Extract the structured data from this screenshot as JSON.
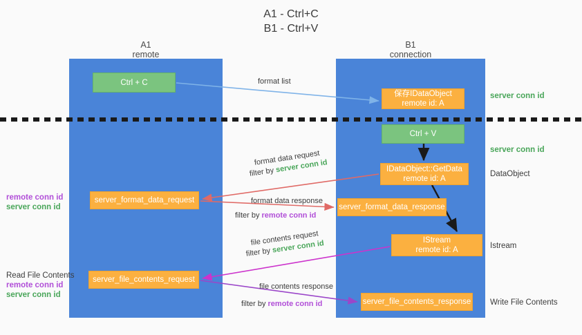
{
  "title": {
    "line1": "A1 - Ctrl+C",
    "line2": "B1 - Ctrl+V"
  },
  "columns": [
    {
      "name": "A1",
      "sub": "remote"
    },
    {
      "name": "B1",
      "sub": "connection"
    }
  ],
  "nodes": {
    "ctrl_c": {
      "label": "Ctrl + C",
      "color": "#7bc47f"
    },
    "save_idataobject": {
      "line1": "保存IDataObject",
      "line2": "remote id: A",
      "color": "#fbb040"
    },
    "ctrl_v": {
      "label": "Ctrl + V",
      "color": "#7bc47f"
    },
    "idataobject_getdata": {
      "line1": "IDataObject::GetData",
      "line2": "remote id: A",
      "color": "#fbb040"
    },
    "istream": {
      "line1": "IStream",
      "line2": "remote id: A",
      "color": "#fbb040"
    },
    "server_format_data_request": {
      "label": "server_format_data_request",
      "color": "#fbb040"
    },
    "server_format_data_response": {
      "label": "server_format_data_response",
      "color": "#fbb040"
    },
    "server_file_contents_request": {
      "label": "server_file_contents_request",
      "color": "#fbb040"
    },
    "server_file_contents_response": {
      "label": "server_file_contents_response",
      "color": "#fbb040"
    }
  },
  "right_annotations": {
    "server_conn_id_top": "server conn id",
    "server_conn_id_mid": "server conn id",
    "dataobject": "DataObject",
    "istream": "Istream",
    "write_file_contents": "Write File Contents"
  },
  "left_annotations": {
    "top": {
      "remote": "remote conn id",
      "server": "server conn id"
    },
    "bottom": {
      "heading": "Read File Contents",
      "remote": "remote conn id",
      "server": "server conn id"
    }
  },
  "edge_labels": {
    "format_list": "format list",
    "format_data_request": "format data request",
    "format_data_request_filter_prefix": "filter by ",
    "format_data_request_filter_key": "server conn id",
    "format_data_response": "format data response",
    "format_data_response_filter_prefix": "filter by ",
    "format_data_response_filter_key": "remote conn id",
    "file_contents_request": "file contents request",
    "file_contents_request_filter_prefix": "filter by ",
    "file_contents_request_filter_key": "server conn id",
    "file_contents_response": "file contents response",
    "file_contents_response_filter_prefix": "filter by ",
    "file_contents_response_filter_key": "remote conn id"
  },
  "colors": {
    "lane": "#4a84d8",
    "green_node": "#7bc47f",
    "orange_node": "#fbb040",
    "server_conn_id": "#4aa65a",
    "remote_conn_id": "#b14fd8",
    "arrow_blue": "#7fb3e8",
    "arrow_red": "#e06a66",
    "arrow_magenta": "#cc33cc",
    "arrow_purple": "#9b46c9",
    "arrow_black": "#1a1a1a",
    "divider": "#1a1a1a",
    "background": "#fafafa"
  }
}
